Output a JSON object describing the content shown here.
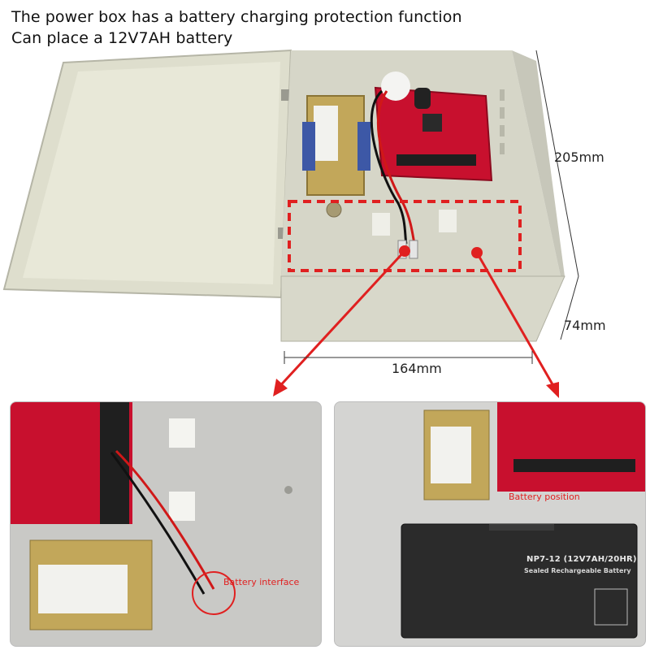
{
  "caption": {
    "line1": "The power box has a battery charging protection function",
    "line2": "Can place a 12V7AH battery"
  },
  "dimensions": {
    "height": "205mm",
    "depth": "74mm",
    "width": "164mm"
  },
  "callouts": {
    "left": "Battery interface",
    "right": "Battery position"
  },
  "battery_label": {
    "model": "NP7-12 (12V7AH/20HR)",
    "subtitle": "Sealed Rechargeable Battery"
  },
  "colors": {
    "accent_red": "#e02020",
    "box_beige": "#dcdccf",
    "pcb_red": "#c8102e"
  }
}
